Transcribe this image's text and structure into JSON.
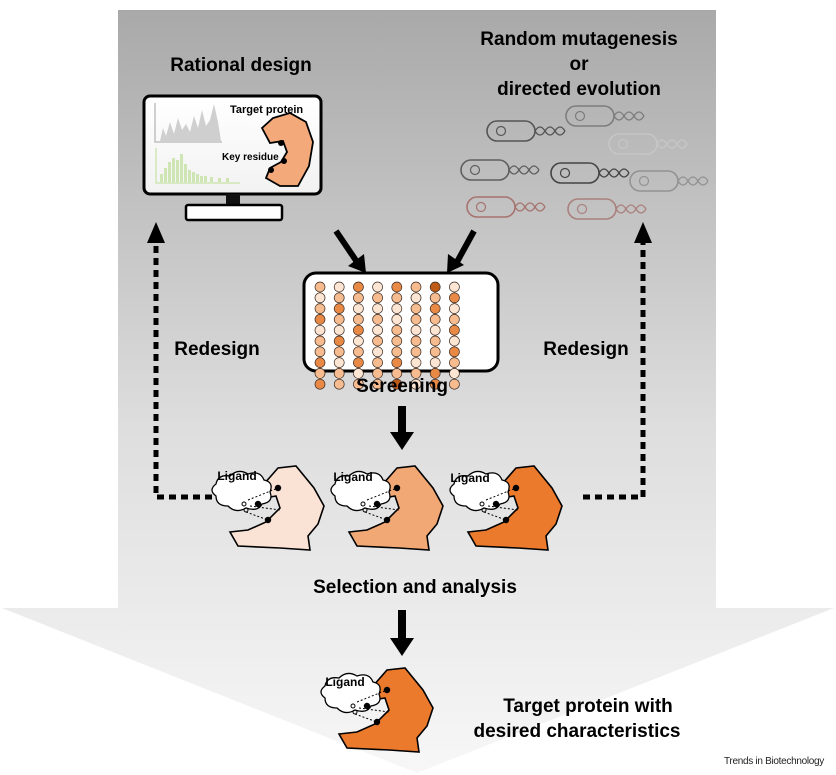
{
  "labels": {
    "rational_design": "Rational design",
    "random_line1": "Random mutagenesis",
    "random_line2": "or",
    "random_line3": "directed evolution",
    "target_protein": "Target protein",
    "key_residue": "Key residue",
    "redesign_left": "Redesign",
    "redesign_right": "Redesign",
    "screening": "Screening",
    "ligand_1": "Ligand",
    "ligand_2": "Ligand",
    "ligand_3": "Ligand",
    "selection": "Selection and analysis",
    "final_ligand": "Ligand",
    "final_line1": "Target protein with",
    "final_line2": "desired characteristics",
    "credit": "Trends in Biotechnology"
  },
  "colors": {
    "protein_light": "#fae3d4",
    "protein_mid": "#f2a874",
    "protein_dark": "#ec7a2c",
    "protein_monitor": "#f4a97a",
    "chart_gray": "#c9c9c9",
    "chart_green": "#cde6b4",
    "well_colors": [
      "#fde5d3",
      "#f6bb8f",
      "#e88946",
      "#c05a17"
    ]
  },
  "plate_wells": [
    [
      1,
      0,
      1,
      2,
      0,
      1,
      1,
      2,
      1,
      2
    ],
    [
      0,
      1,
      2,
      1,
      0,
      2,
      1,
      0,
      1,
      1
    ],
    [
      2,
      1,
      0,
      1,
      2,
      0,
      1,
      2,
      0,
      1
    ],
    [
      0,
      1,
      0,
      1,
      0,
      1,
      0,
      1,
      1,
      1
    ],
    [
      2,
      1,
      0,
      0,
      1,
      1,
      1,
      2,
      1,
      3
    ],
    [
      1,
      0,
      1,
      1,
      0,
      1,
      1,
      0,
      1,
      0
    ],
    [
      3,
      1,
      2,
      1,
      0,
      1,
      1,
      0,
      2,
      2
    ],
    [
      0,
      2,
      0,
      1,
      2,
      0,
      2,
      1,
      0,
      1
    ]
  ],
  "bacteria": [
    {
      "stroke": "#555555",
      "opacity": 1.0
    },
    {
      "stroke": "#777777",
      "opacity": 0.9
    },
    {
      "stroke": "#cccccc",
      "opacity": 0.7
    },
    {
      "stroke": "#555555",
      "opacity": 0.9
    },
    {
      "stroke": "#444444",
      "opacity": 1.0
    },
    {
      "stroke": "#888888",
      "opacity": 0.8
    },
    {
      "stroke": "#a0605a",
      "opacity": 0.8
    },
    {
      "stroke": "#a06560",
      "opacity": 0.7
    }
  ]
}
